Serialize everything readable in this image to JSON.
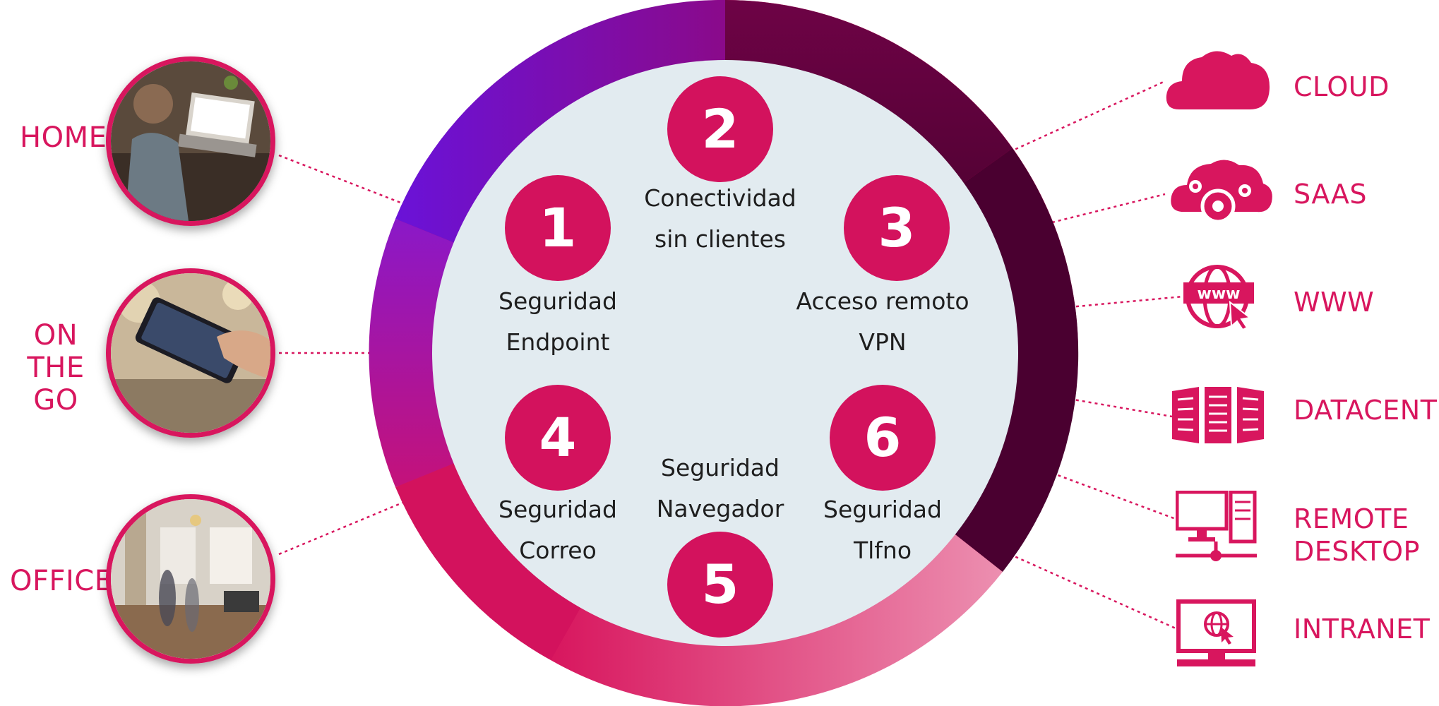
{
  "locations": {
    "home": "HOME",
    "on_the_go": [
      "ON",
      "THE GO"
    ],
    "office": "OFFICE"
  },
  "features": [
    {
      "number": "1",
      "lines": [
        "Seguridad",
        "Endpoint"
      ]
    },
    {
      "number": "2",
      "lines": [
        "Conectividad",
        "sin clientes"
      ]
    },
    {
      "number": "3",
      "lines": [
        "Acceso remoto",
        "VPN"
      ]
    },
    {
      "number": "4",
      "lines": [
        "Seguridad",
        "Correo"
      ]
    },
    {
      "number": "5",
      "lines": [
        "Seguridad",
        "Navegador"
      ]
    },
    {
      "number": "6",
      "lines": [
        "Seguridad",
        "Tlfno"
      ]
    }
  ],
  "resources": {
    "cloud": "CLOUD",
    "saas": "SAAS",
    "www": "WWW",
    "www_icon_text": "www",
    "datacenter": "DATACENTER",
    "remote_desktop": [
      "REMOTE",
      "DESKTOP"
    ],
    "intranet": "INTRANET"
  },
  "colors": {
    "accent": "#d8165e",
    "ring_purple": "#7a0a9a",
    "ring_dark": "#4a0030",
    "ring_pink": "#e46a97",
    "inner": "#e2ebf0"
  },
  "icons": [
    "cloud-icon",
    "saas-icon",
    "www-icon",
    "datacenter-icon",
    "remote-desktop-icon",
    "intranet-icon"
  ]
}
